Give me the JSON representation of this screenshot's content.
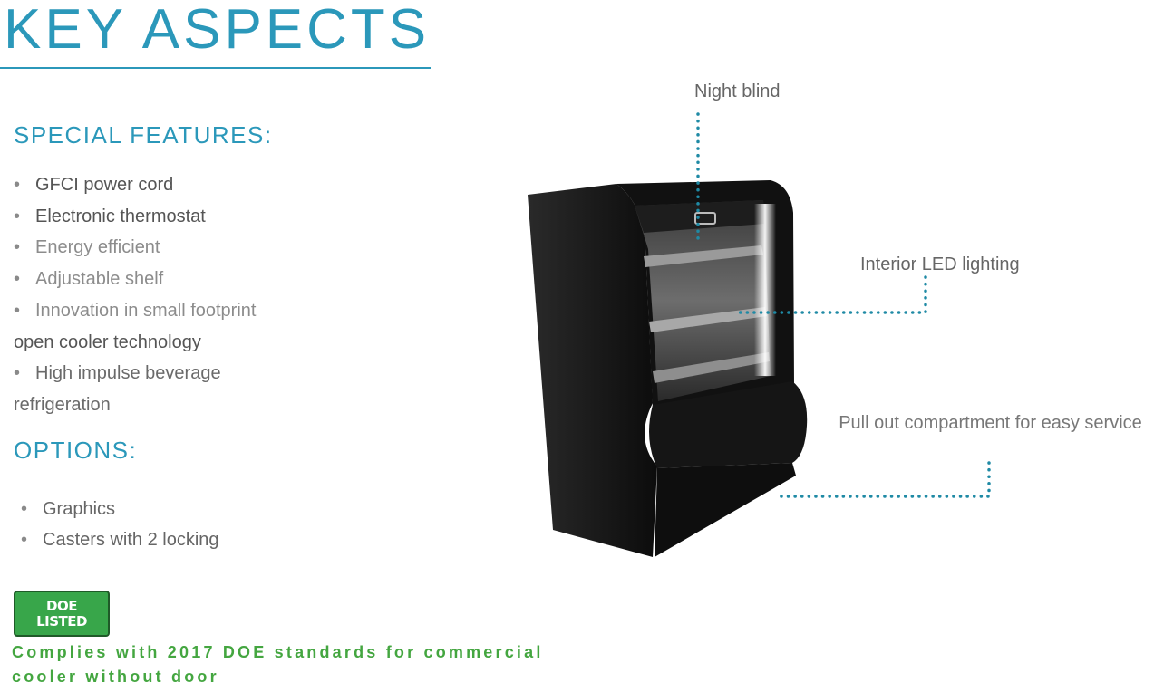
{
  "header": {
    "title": "KEY ASPECTS"
  },
  "special_features": {
    "heading": "SPECIAL FEATURES:",
    "lines": [
      {
        "bullet": "•",
        "text": "GFCI power cord"
      },
      {
        "bullet": "•",
        "text": "Electronic thermostat"
      },
      {
        "bullet": "•",
        "text": "Energy efficient"
      },
      {
        "bullet": "•",
        "text": "Adjustable shelf"
      },
      {
        "bullet": "•",
        "text": "Innovation in small footprint"
      },
      {
        "bullet": "",
        "text": "open cooler technology"
      },
      {
        "bullet": "•",
        "text": "High impulse beverage"
      },
      {
        "bullet": "",
        "text": "refrigeration"
      }
    ]
  },
  "options": {
    "heading": "OPTIONS:",
    "items": [
      {
        "bullet": "•",
        "text": "Graphics"
      },
      {
        "bullet": "•",
        "text": "Casters with 2 locking"
      }
    ]
  },
  "badge": {
    "line1": "DOE",
    "line2": "LISTED"
  },
  "compliance": {
    "text": "Complies with 2017 DOE standards for commercial cooler without door"
  },
  "callouts": {
    "night_blind": "Night blind",
    "interior_led": "Interior LED lighting",
    "pull_out": "Pull out compartment for easy service"
  },
  "colors": {
    "accent": "#2b98ba",
    "badge_green": "#38a64a",
    "compliance_green": "#44a640",
    "leader_dots": "#1f8aa5"
  }
}
